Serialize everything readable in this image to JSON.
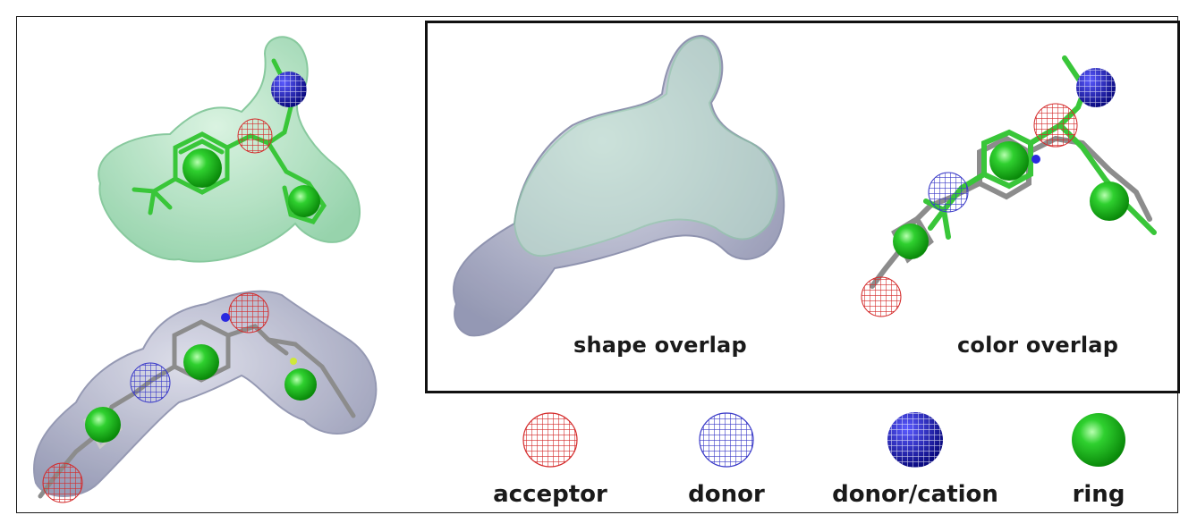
{
  "captions": {
    "shape_overlap": "shape overlap",
    "color_overlap": "color overlap"
  },
  "legend": [
    {
      "key": "acceptor",
      "label": "acceptor",
      "color": "#d42a2a",
      "style": "mesh"
    },
    {
      "key": "donor",
      "label": "donor",
      "color": "#3a3ac8",
      "style": "mesh"
    },
    {
      "key": "donor_cation",
      "label": "donor/cation",
      "color": "#1010a0",
      "style": "mesh-solid"
    },
    {
      "key": "ring",
      "label": "ring",
      "color": "#13b813",
      "style": "solid"
    }
  ],
  "colors": {
    "green_shape": "#8fd3a8",
    "grey_shape": "#9fa3bd",
    "bond_green": "#39c639",
    "bond_grey": "#8c8c8c"
  }
}
